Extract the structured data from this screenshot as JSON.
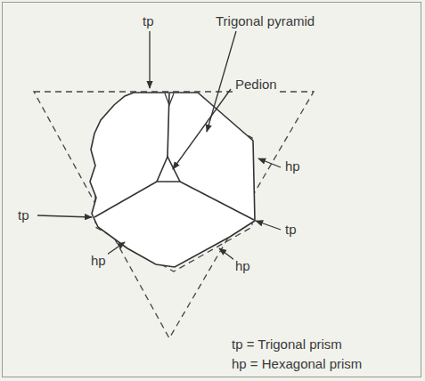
{
  "diagram": {
    "labels": [
      "tp",
      "Trigonal pyramid",
      "Pedion",
      "hp",
      "tp",
      "tp",
      "hp",
      "hp"
    ],
    "legend": [
      {
        "text": "tp = Trigonal prism"
      },
      {
        "text": "hp = Hexagonal prism"
      }
    ]
  }
}
